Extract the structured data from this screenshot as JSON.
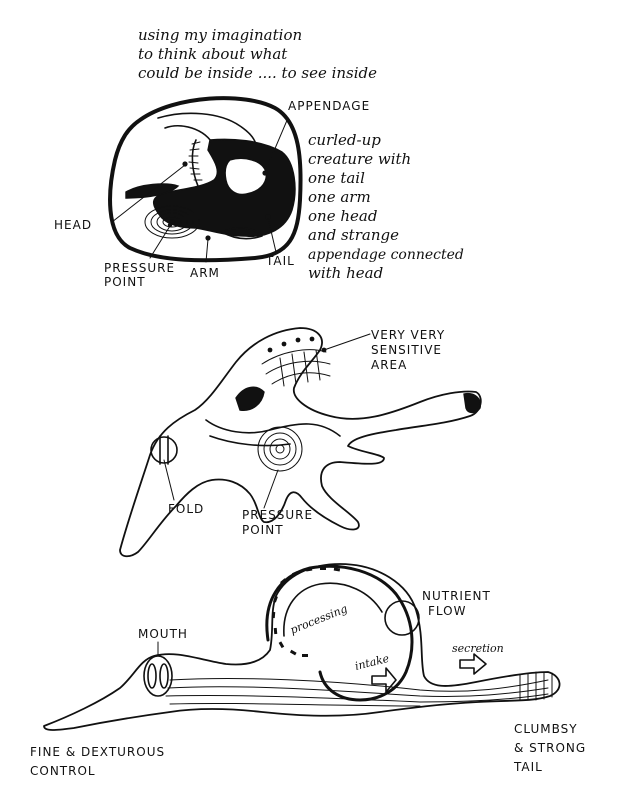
{
  "intro": {
    "line1": "using my imagination",
    "line2": "to think about what",
    "line3": "could be inside .... to see inside"
  },
  "sketch1": {
    "labels": {
      "appendage": "APPENDAGE",
      "head": "HEAD",
      "pressure_point_1": "PRESSURE",
      "pressure_point_2": "POINT",
      "arm": "ARM",
      "tail": "TAIL"
    },
    "description": [
      "curled-up",
      "creature with",
      "one tail",
      "one arm",
      "one head",
      "and strange",
      "appendage connected",
      "with head"
    ]
  },
  "sketch2": {
    "labels": {
      "sensitive_1": "VERY VERY",
      "sensitive_2": "SENSITIVE",
      "sensitive_3": "AREA",
      "fold": "FOLD",
      "pressure_point_1": "PRESSURE",
      "pressure_point_2": "POINT"
    }
  },
  "sketch3": {
    "labels": {
      "mouth": "MOUTH",
      "nutrient_1": "NUTRIENT",
      "nutrient_2": "FLOW",
      "processing": "processing",
      "intake": "intake",
      "secretion": "secretion",
      "fine_1": "FINE & DEXTUROUS",
      "fine_2": "CONTROL",
      "clumsy_1": "CLUMBSY",
      "clumsy_2": "& STRONG",
      "clumsy_3": "TAIL"
    }
  }
}
